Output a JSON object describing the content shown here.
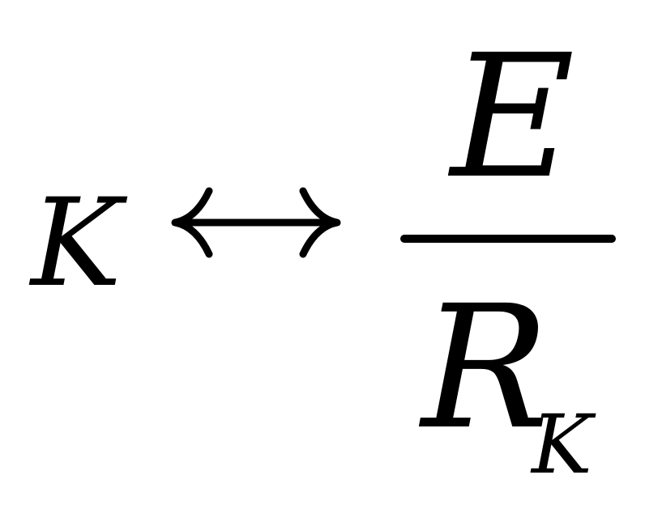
{
  "formula": {
    "lhs": "K",
    "relation": "↔",
    "numerator": "E",
    "denominator": "R",
    "denominator_subscript": "K"
  }
}
